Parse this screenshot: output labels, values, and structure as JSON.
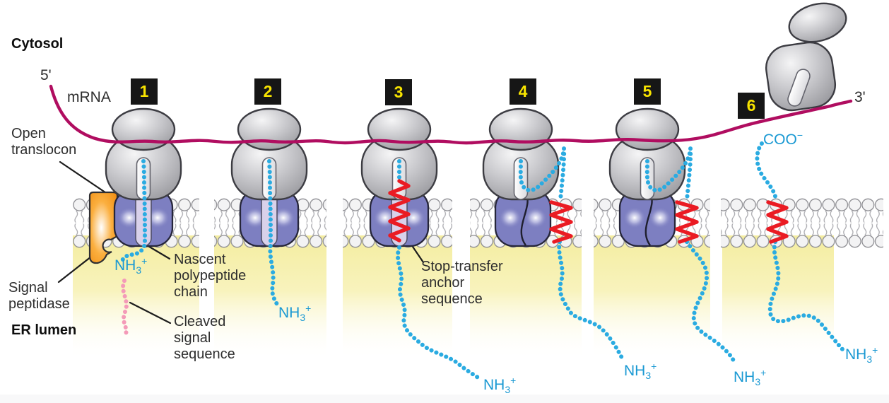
{
  "figure": {
    "region_labels": {
      "cytosol": "Cytosol",
      "er_lumen": "ER lumen"
    },
    "mrna": {
      "label": "mRNA",
      "five_prime": "5'",
      "three_prime": "3'"
    },
    "annotations": {
      "open_translocon": "Open\ntranslocon",
      "signal_peptidase": "Signal\npeptidase",
      "nascent_polypeptide": "Nascent\npolypeptide\nchain",
      "cleaved_signal": "Cleaved\nsignal\nsequence",
      "stop_transfer": "Stop-transfer\nanchor\nsequence"
    },
    "chem": {
      "nh3": {
        "base": "NH",
        "sub": "3",
        "sup": "+"
      },
      "coo": {
        "base": "COO",
        "sup": "−"
      }
    },
    "steps": [
      "1",
      "2",
      "3",
      "4",
      "5",
      "6"
    ],
    "colors": {
      "mrna": "#b00d60",
      "nascent_chain": "#2aabe1",
      "stop_transfer_helix": "#ea1b23",
      "cleaved_signal_chain": "#f49ab8",
      "translocon": "#7d7fc1",
      "translocon_channel": "#d9d1ea",
      "signal_peptidase": "#f7941e",
      "er_lumen_fill": "#f4eda0",
      "ribosome": "#c8c8cc",
      "step_badge_bg": "#161616",
      "step_badge_text": "#f8e400",
      "chem_text": "#1a99d3"
    }
  }
}
